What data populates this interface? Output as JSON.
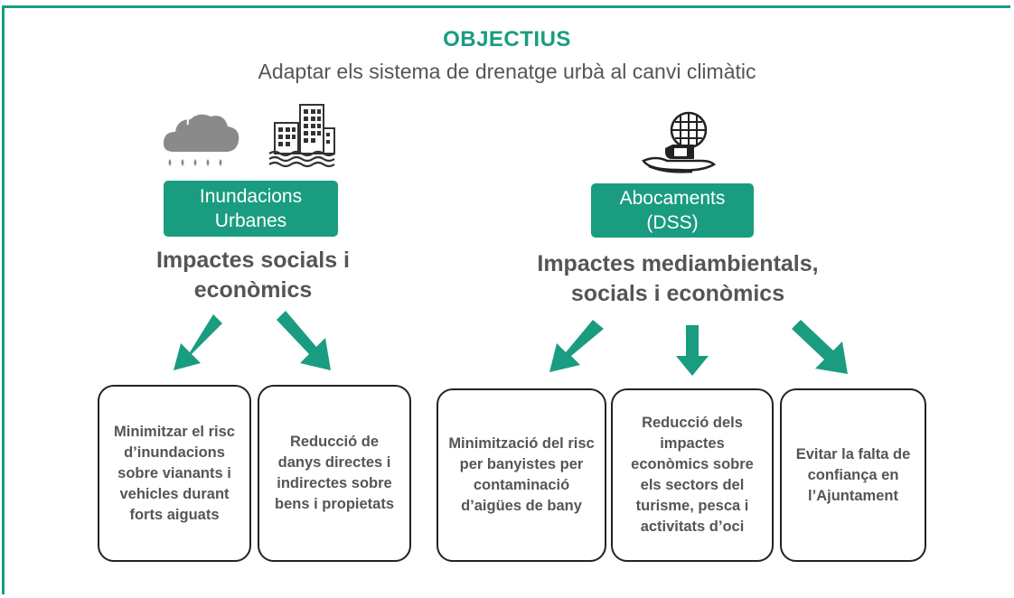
{
  "title": "OBJECTIUS",
  "subtitle": "Adaptar els sistema de drenatge urbà al canvi climàtic",
  "colors": {
    "accent": "#1a9c80",
    "text": "#555555",
    "icon": "#8a8a8a"
  },
  "left": {
    "tag_line1": "Inundacions",
    "tag_line2": "Urbanes",
    "impact_line1": "Impactes socials i",
    "impact_line2": "econòmics",
    "icons": [
      "rain-cloud-icon",
      "flooded-buildings-icon"
    ],
    "objectives": [
      "Minimitzar el risc d’inundacions sobre vianants i vehicles durant forts aiguats",
      "Reducció de danys directes i indirectes sobre bens i propietats"
    ]
  },
  "right": {
    "tag_line1": "Abocaments",
    "tag_line2": "(DSS)",
    "impact_line1": "Impactes mediambientals,",
    "impact_line2": "socials i econòmics",
    "icons": [
      "sewer-overflow-icon"
    ],
    "objectives": [
      "Minimització del risc per banyistes per contaminació d’aigües de bany",
      "Reducció dels impactes econòmics sobre els sectors del turisme, pesca i activitats d’oci",
      "Evitar la falta de confiança en l’Ajuntament"
    ]
  }
}
